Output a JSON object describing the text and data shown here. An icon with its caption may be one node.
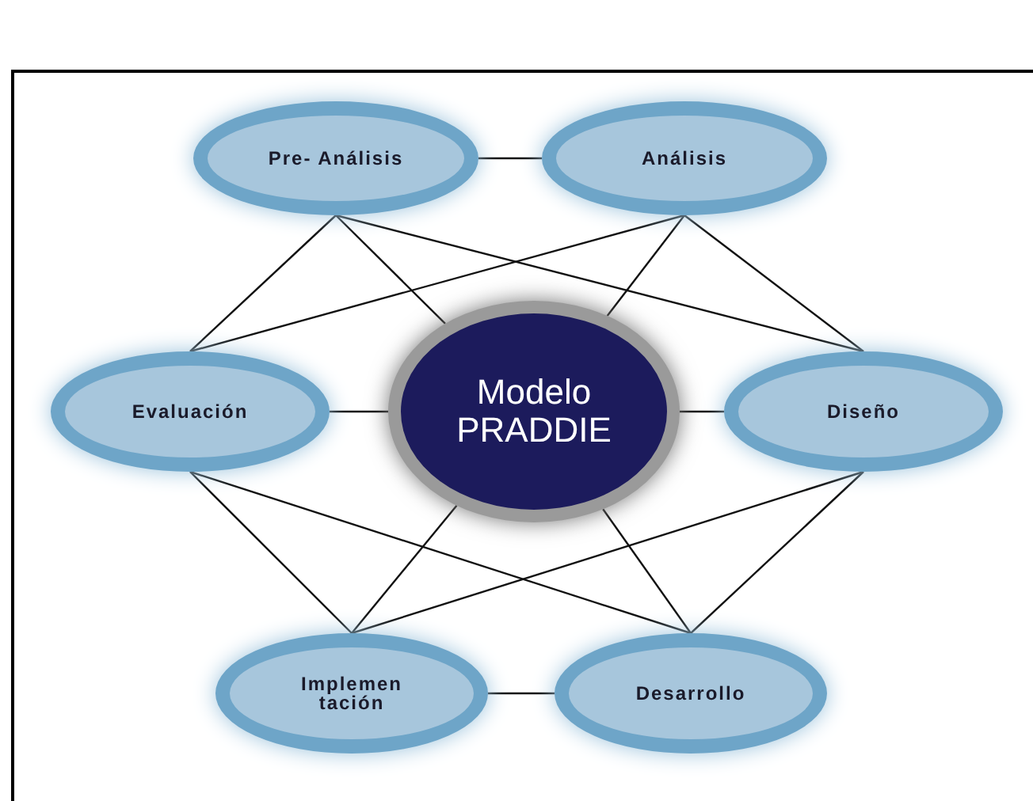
{
  "diagram": {
    "nodes": [
      {
        "text": [
          "Pre- Análisis"
        ]
      },
      {
        "text": [
          "Análisis"
        ]
      },
      {
        "text": [
          "Evaluación"
        ]
      },
      {
        "text": [
          "Modelo PRADDIE"
        ]
      },
      {
        "text": [
          "Diseño"
        ]
      },
      {
        "text": [
          "Implemen tación"
        ]
      },
      {
        "text": [
          "Desarrollo"
        ]
      }
    ],
    "edges": [
      {
        "from": 0,
        "to": 1,
        "arrow": "none"
      },
      {
        "from": 0,
        "to": 2,
        "arrow": "none"
      },
      {
        "from": 0,
        "to": 3,
        "arrow": "none"
      },
      {
        "from": 0,
        "to": 4,
        "arrow": "none"
      },
      {
        "from": 1,
        "to": 2,
        "arrow": "none"
      },
      {
        "from": 1,
        "to": 3,
        "arrow": "none"
      },
      {
        "from": 1,
        "to": 4,
        "arrow": "none"
      },
      {
        "from": 2,
        "to": 3,
        "arrow": "none"
      },
      {
        "from": 3,
        "to": 4,
        "arrow": "none"
      },
      {
        "from": 2,
        "to": 5,
        "arrow": "none"
      },
      {
        "from": 2,
        "to": 6,
        "arrow": "none"
      },
      {
        "from": 4,
        "to": 5,
        "arrow": "none"
      },
      {
        "from": 4,
        "to": 6,
        "arrow": "none"
      },
      {
        "from": 3,
        "to": 5,
        "arrow": "none"
      },
      {
        "from": 3,
        "to": 6,
        "arrow": "none"
      },
      {
        "from": 5,
        "to": 6,
        "arrow": "none"
      }
    ]
  }
}
